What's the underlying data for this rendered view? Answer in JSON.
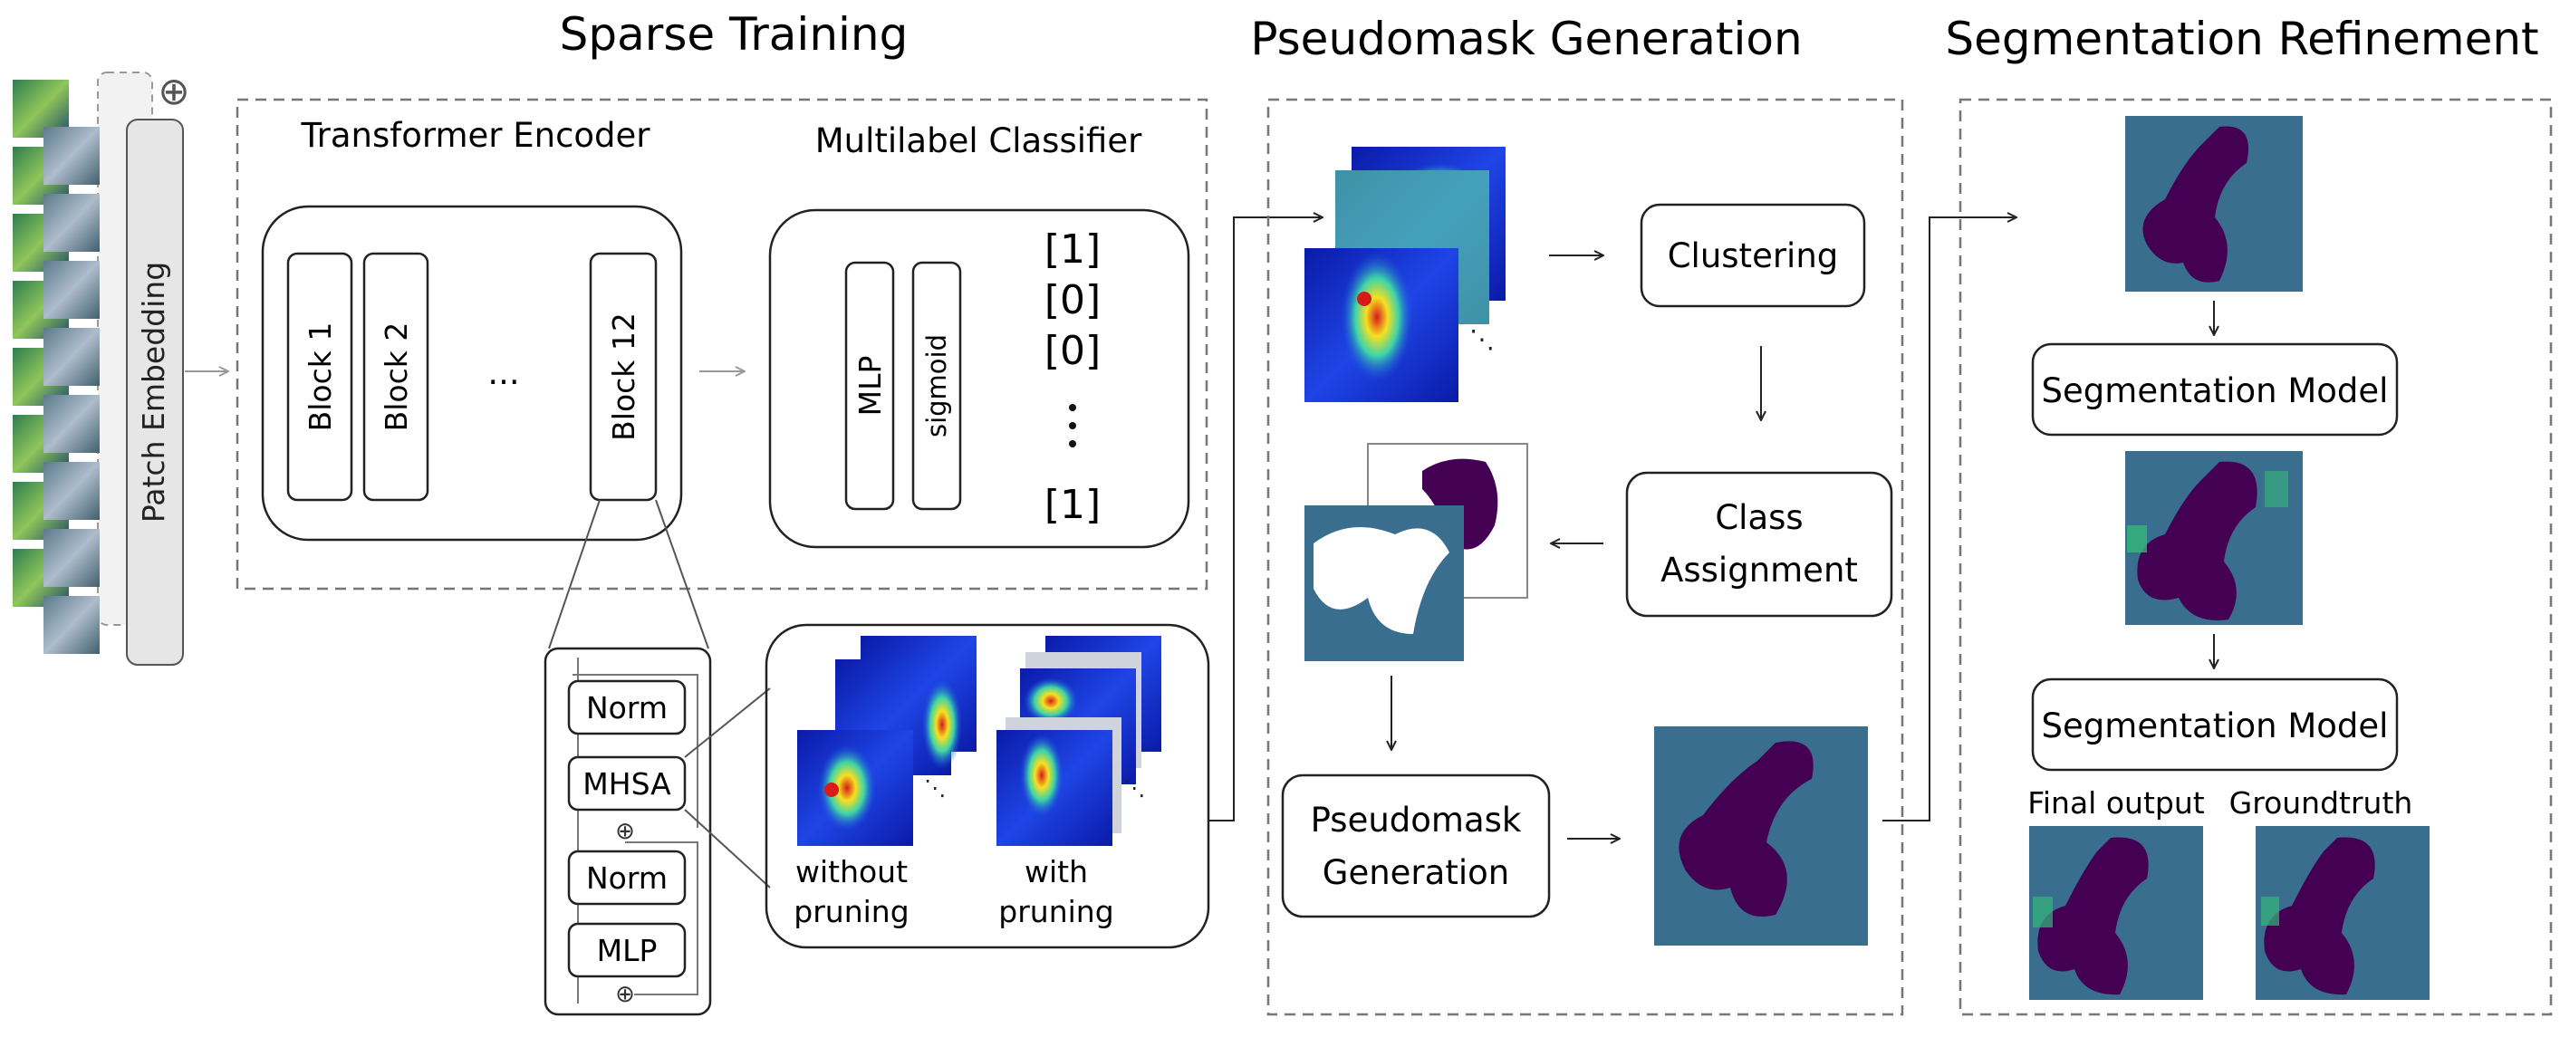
{
  "sections": {
    "sparse_training": "Sparse Training",
    "pseudomask_generation": "Pseudomask Generation",
    "segmentation_refinement": "Segmentation Refinement"
  },
  "sparse": {
    "patch_embedding": "Patch Embedding",
    "transformer_encoder": "Transformer Encoder",
    "blocks": [
      "Block 1",
      "Block 2",
      "Block 12"
    ],
    "ellipsis": "...",
    "multilabel_classifier": "Multilabel Classifier",
    "mlp": "MLP",
    "sigmoid": "sigmoid",
    "outputs": [
      "[1]",
      "[0]",
      "[0]",
      "[1]"
    ],
    "vertical_ellipsis": ".\n.\n.",
    "block_detail": [
      "Norm",
      "MHSA",
      "Norm",
      "MLP"
    ],
    "without_pruning": [
      "without",
      "pruning"
    ],
    "with_pruning": [
      "with",
      "pruning"
    ]
  },
  "pseudo": {
    "clustering": "Clustering",
    "class_assignment": [
      "Class",
      "Assignment"
    ],
    "pseudomask_generation": [
      "Pseudomask",
      "Generation"
    ]
  },
  "refine": {
    "segmentation_model": "Segmentation Model",
    "final_output": "Final output",
    "groundtruth": "Groundtruth"
  },
  "colors": {
    "mask_background": "#3a6e8f",
    "mask_foreground": "#440154",
    "mask_green": "#35b779",
    "heatmap_low": "#0a1aa8",
    "heatmap_high": "#d81a1a",
    "box_stroke": "#222222",
    "dashed_stroke": "#777777"
  }
}
